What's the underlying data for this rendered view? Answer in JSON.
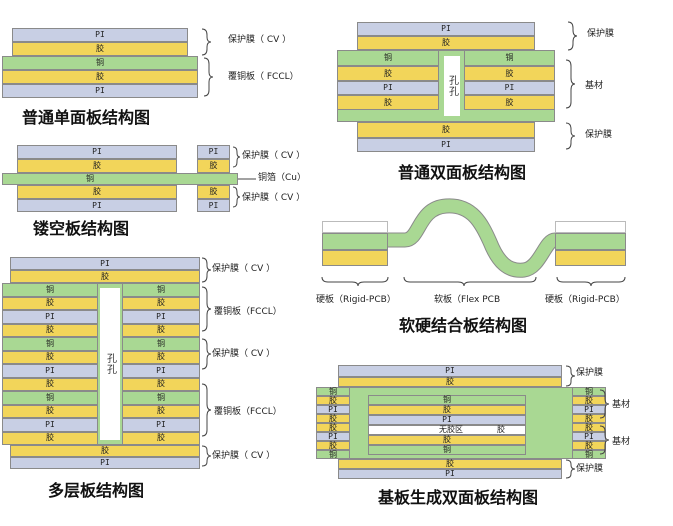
{
  "labels": {
    "pi": "PI",
    "glue": "胶",
    "copper": "铜",
    "hole": "孔",
    "no_glue_zone": "无胶区"
  },
  "d1": {
    "title": "普通单面板结构图",
    "ann_cv": "保护膜（ CV ）",
    "ann_fccl": "覆铜板（ FCCL）"
  },
  "d2": {
    "title": "普通双面板结构图",
    "ann_top": "保护膜",
    "ann_mid": "基材",
    "ann_bot": "保护膜",
    "hole_text": "孔孔"
  },
  "d3": {
    "title": "镂空板结构图",
    "ann_cv_top": "保护膜（ CV ）",
    "ann_cu": "铜箔（Cu）",
    "ann_cv_bot": "保护膜（ CV ）"
  },
  "d4": {
    "title": "软硬结合板结构图",
    "rigid_left": "硬板（Rigid-PCB）",
    "flex": "软板（Flex PCB",
    "rigid_right": "硬板（Rigid-PCB）"
  },
  "d5": {
    "title": "多层板结构图",
    "ann_cv1": "保护膜（ CV ）",
    "ann_fccl1": "覆铜板（FCCL）",
    "ann_cv2": "保护膜（ CV ）",
    "ann_fccl2": "覆铜板（FCCL）",
    "ann_cv3": "保护膜（ CV ）",
    "hole_text": "孔孔"
  },
  "d6": {
    "title": "基板生成双面板结构图",
    "ann_top": "保护膜",
    "ann_mid1": "基材",
    "ann_mid2": "基材",
    "ann_bot": "保护膜"
  },
  "colors": {
    "pi": "#c8cfe4",
    "glue": "#f2d55a",
    "copper": "#a9d893"
  }
}
